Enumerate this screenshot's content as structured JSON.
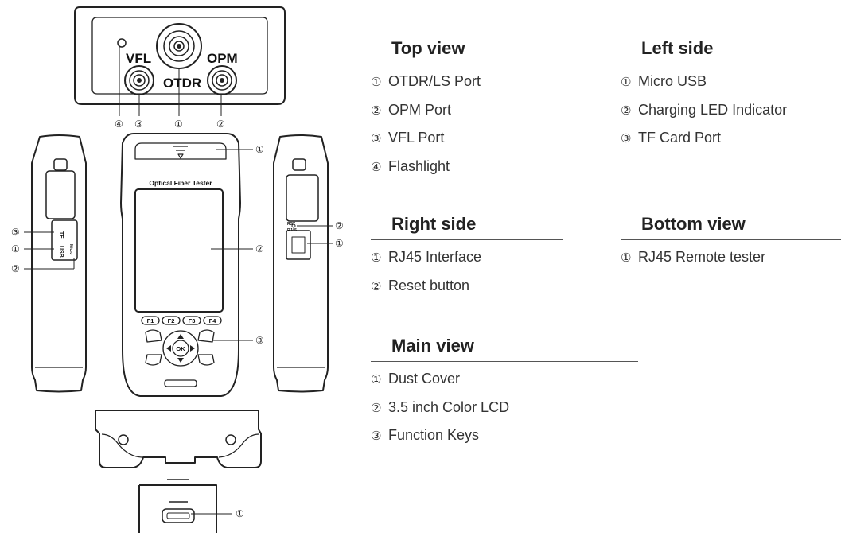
{
  "diagram": {
    "top_port_labels": {
      "vfl": "VFL",
      "otdr": "OTDR",
      "opm": "OPM"
    },
    "top_callouts": [
      "④",
      "③",
      "①",
      "②"
    ],
    "main_callouts": [
      "①",
      "②",
      "③"
    ],
    "screen_title": "Optical Fiber Tester",
    "fkeys": [
      "F1",
      "F2",
      "F3",
      "F4"
    ],
    "ok_key": "OK",
    "left_side_text": {
      "tf": "TF",
      "usb": "USB",
      "micro": "Micro"
    },
    "left_callouts": [
      "③",
      "①",
      "②"
    ],
    "right_side_text": {
      "rj45": "RJ45",
      "rst": "RST"
    },
    "right_callouts": [
      "②",
      "①"
    ],
    "bottom_callouts": [
      "①"
    ]
  },
  "legend": {
    "top_view": {
      "title": "Top view",
      "items": [
        {
          "num": "①",
          "text": "OTDR/LS Port"
        },
        {
          "num": "②",
          "text": "OPM Port"
        },
        {
          "num": "③",
          "text": "VFL Port"
        },
        {
          "num": "④",
          "text": "Flashlight"
        }
      ]
    },
    "left_side": {
      "title": "Left side",
      "items": [
        {
          "num": "①",
          "text": "Micro USB"
        },
        {
          "num": "②",
          "text": "Charging LED Indicator"
        },
        {
          "num": "③",
          "text": "TF Card Port"
        }
      ]
    },
    "right_side": {
      "title": "Right side",
      "items": [
        {
          "num": "①",
          "text": "RJ45 Interface"
        },
        {
          "num": "②",
          "text": "Reset button"
        }
      ]
    },
    "bottom_view": {
      "title": "Bottom view",
      "items": [
        {
          "num": "①",
          "text": "RJ45 Remote tester"
        }
      ]
    },
    "main_view": {
      "title": "Main view",
      "items": [
        {
          "num": "①",
          "text": "Dust Cover"
        },
        {
          "num": "②",
          "text": "3.5 inch Color LCD"
        },
        {
          "num": "③",
          "text": "Function Keys"
        }
      ]
    }
  }
}
